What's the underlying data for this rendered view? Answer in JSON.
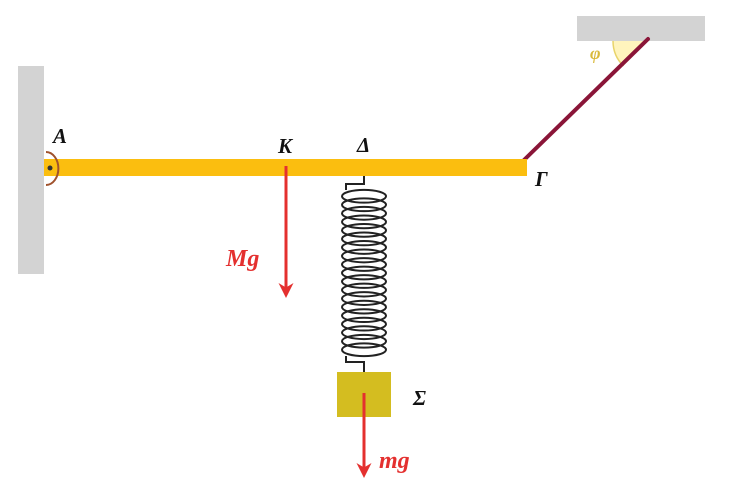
{
  "labels": {
    "A": "A",
    "K": "K",
    "Delta": "Δ",
    "Gamma": "Γ",
    "Sigma": "Σ",
    "phi": "φ",
    "Mg": "Mg",
    "mg": "mg"
  },
  "colors": {
    "wall": "#d3d3d3",
    "rod": "#fbbe0f",
    "rope": "#8a1538",
    "force_arrow": "#e4302f",
    "block": "#d4bd20",
    "spring": "#222222",
    "hinge": "#a0522d",
    "angle_fill": "#fff4bd",
    "angle_label": "#d9b93a"
  }
}
